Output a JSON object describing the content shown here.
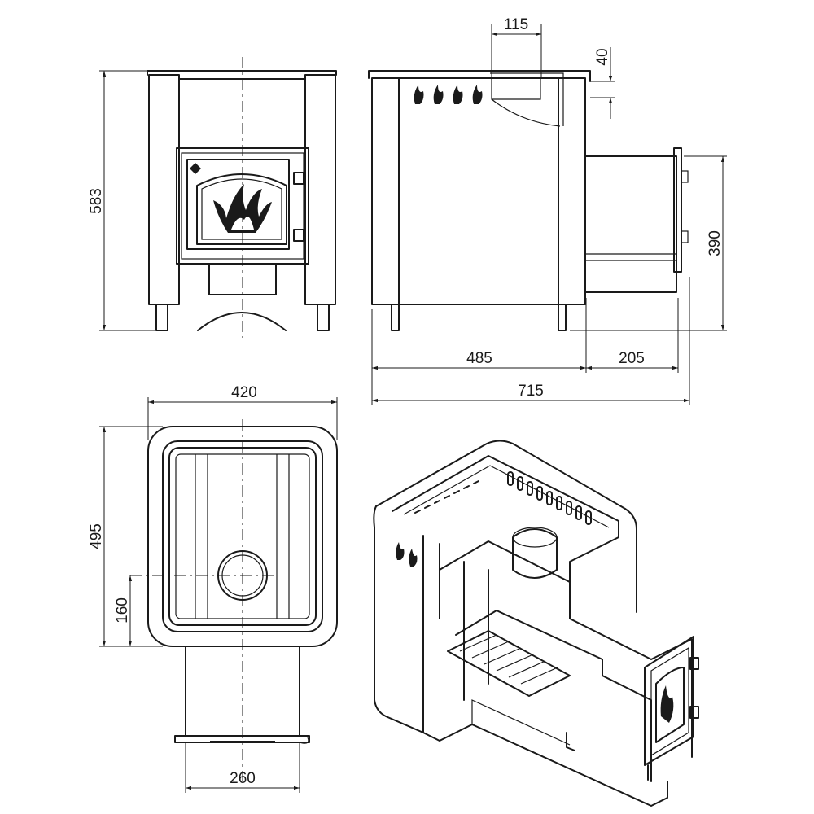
{
  "dimensions": {
    "front_height": "583",
    "top_offset": "115",
    "top_rim": "40",
    "side_height": "390",
    "body_depth": "485",
    "door_depth": "205",
    "total_depth": "715",
    "plan_width": "420",
    "plan_depth": "495",
    "chimney_offset": "160",
    "tunnel_width": "260"
  },
  "colors": {
    "line": "#1a1a1a",
    "background": "#ffffff"
  }
}
